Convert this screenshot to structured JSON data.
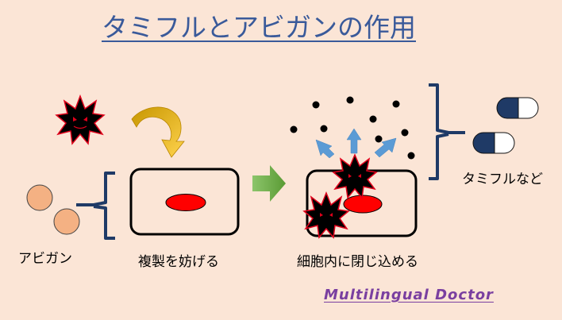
{
  "title": "タミフルとアビガンの作用",
  "labels": {
    "avigan": "アビガン",
    "block_replication": "複製を妨げる",
    "confine_in_cell": "細胞内に閉じ込める",
    "tamiflu_etc": "タミフルなど"
  },
  "brand": "Multilingual Doctor",
  "icons": [
    "virus-icon",
    "tablet-icon",
    "capsule-icon",
    "curved-arrow-icon",
    "green-arrow-icon",
    "blue-arrow-icon",
    "brace-icon"
  ],
  "colors": {
    "background": "#fbe5d6",
    "title": "#3a5a9a",
    "nucleus": "#ff0000",
    "virus_outline": "#e0001b",
    "tablet": "#f4b183",
    "capsule": "#1f3a66",
    "arrow_green": "#70ad47",
    "arrow_blue": "#5b9bd5",
    "curved_arrow": "#ffc000",
    "brace": "#1f3a66",
    "brand": "#7a3fa0"
  }
}
